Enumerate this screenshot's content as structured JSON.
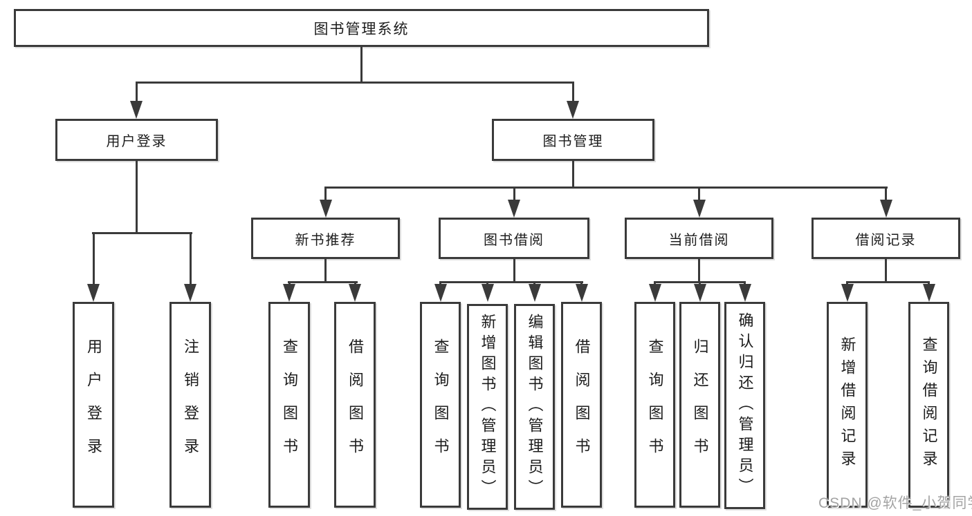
{
  "diagram": {
    "root": "图书管理系统",
    "login": {
      "label": "用户登录",
      "children": [
        "用户登录",
        "注销登录"
      ]
    },
    "management": {
      "label": "图书管理",
      "children": [
        {
          "label": "新书推荐",
          "children": [
            "查询图书",
            "借阅图书"
          ]
        },
        {
          "label": "图书借阅",
          "children": [
            "查询图书",
            "新增图书（管理员）",
            "编辑图书（管理员）",
            "借阅图书"
          ]
        },
        {
          "label": "当前借阅",
          "children": [
            "查询图书",
            "归还图书",
            "确认归还（管理员）"
          ]
        },
        {
          "label": "借阅记录",
          "children": [
            "新增借阅记录",
            "查询借阅记录"
          ]
        }
      ]
    }
  },
  "watermark": "CSDN @软件_小贺同学",
  "colors": {
    "line": "#3a3a3a",
    "text": "#1c1c1c",
    "watermark": "#a3a3a3"
  }
}
